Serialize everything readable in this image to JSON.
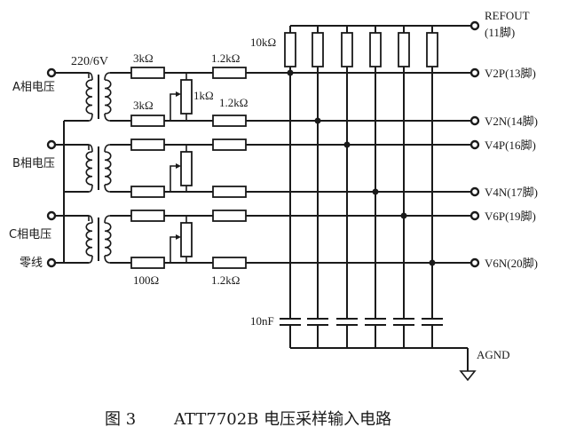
{
  "figure": {
    "caption_number": "图 3",
    "caption_title": "ATT7702B 电压采样输入电路"
  },
  "inputs": [
    {
      "label": "A相电压"
    },
    {
      "label": "B相电压"
    },
    {
      "label": "C相电压"
    },
    {
      "label": "零线"
    }
  ],
  "components": {
    "transformer_rating": "220/6V",
    "series_resistor_top": "3kΩ",
    "series_resistor_bottom": "3kΩ",
    "series_resistor_alt": "100Ω",
    "potentiometer": "1kΩ",
    "output_resistor": "1.2kΩ",
    "output_resistor_2": "1.2kΩ",
    "output_resistor_3": "1.2kΩ",
    "pullup_resistor": "10kΩ",
    "capacitor": "10nF"
  },
  "outputs": [
    {
      "label": "V2P(13脚)"
    },
    {
      "label": "V2N(14脚)"
    },
    {
      "label": "V4P(16脚)"
    },
    {
      "label": "V4N(17脚)"
    },
    {
      "label": "V6P(19脚)"
    },
    {
      "label": "V6N(20脚)"
    }
  ],
  "refout": {
    "label": "REFOUT",
    "pin": "(11脚)"
  },
  "ground": {
    "label": "AGND"
  }
}
